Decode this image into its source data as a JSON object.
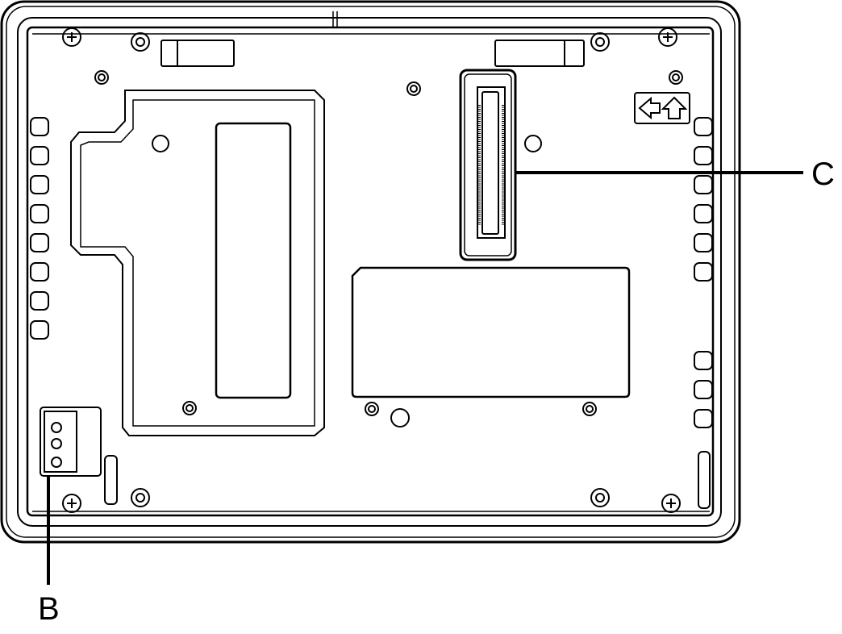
{
  "diagram": {
    "view": "rear panel line drawing",
    "callouts": [
      {
        "id": "B",
        "label": "B",
        "target": "power-connector"
      },
      {
        "id": "C",
        "label": "C",
        "target": "expansion-slot-connector"
      }
    ],
    "icons": [
      "arrow-left-icon",
      "arrow-up-icon"
    ],
    "colors": {
      "line": "#000000",
      "background": "#ffffff"
    }
  }
}
